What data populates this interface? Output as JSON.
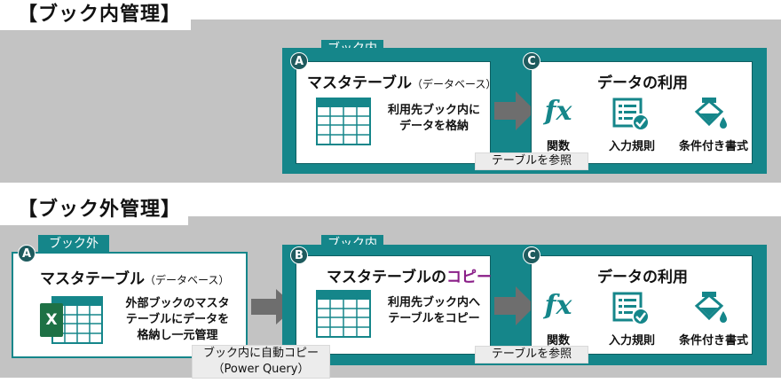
{
  "colors": {
    "teal": "#15868a",
    "badge": "#1e5b5e",
    "accent": "#8a1e88",
    "gray": "#c3c3c3"
  },
  "top": {
    "title": "【ブック内管理】",
    "book_tab": "ブック内",
    "card_a": {
      "badge": "A",
      "title": "マスタテーブル",
      "subtitle": "（データベース）",
      "desc": "利用先ブック内に\nデータを格納"
    },
    "card_c": {
      "badge": "C",
      "title": "データの利用",
      "items": [
        {
          "icon": "function-fx-icon",
          "glyph": "fx",
          "label": "関数"
        },
        {
          "icon": "data-validation-icon",
          "label": "入力規則"
        },
        {
          "icon": "conditional-format-icon",
          "label": "条件付き書式"
        }
      ]
    },
    "ref_label": "テーブルを参照"
  },
  "bottom": {
    "title": "【ブック外管理】",
    "ext_tab": "ブック外",
    "card_a": {
      "badge": "A",
      "title": "マスタテーブル",
      "subtitle": "（データベース）",
      "desc": "外部ブックのマスタ\nテーブルにデータを\n格納し一元管理",
      "excel_letter": "X"
    },
    "copy_label": "ブック内に自動コピー\n（Power Query）",
    "book_tab": "ブック内",
    "card_b": {
      "badge": "B",
      "title_main": "マスタテーブルの",
      "title_accent": "コピー",
      "desc": "利用先ブック内へ\nテーブルをコピー"
    },
    "card_c": {
      "badge": "C",
      "title": "データの利用",
      "items": [
        {
          "icon": "function-fx-icon",
          "glyph": "fx",
          "label": "関数"
        },
        {
          "icon": "data-validation-icon",
          "label": "入力規則"
        },
        {
          "icon": "conditional-format-icon",
          "label": "条件付き書式"
        }
      ]
    },
    "ref_label": "テーブルを参照"
  }
}
